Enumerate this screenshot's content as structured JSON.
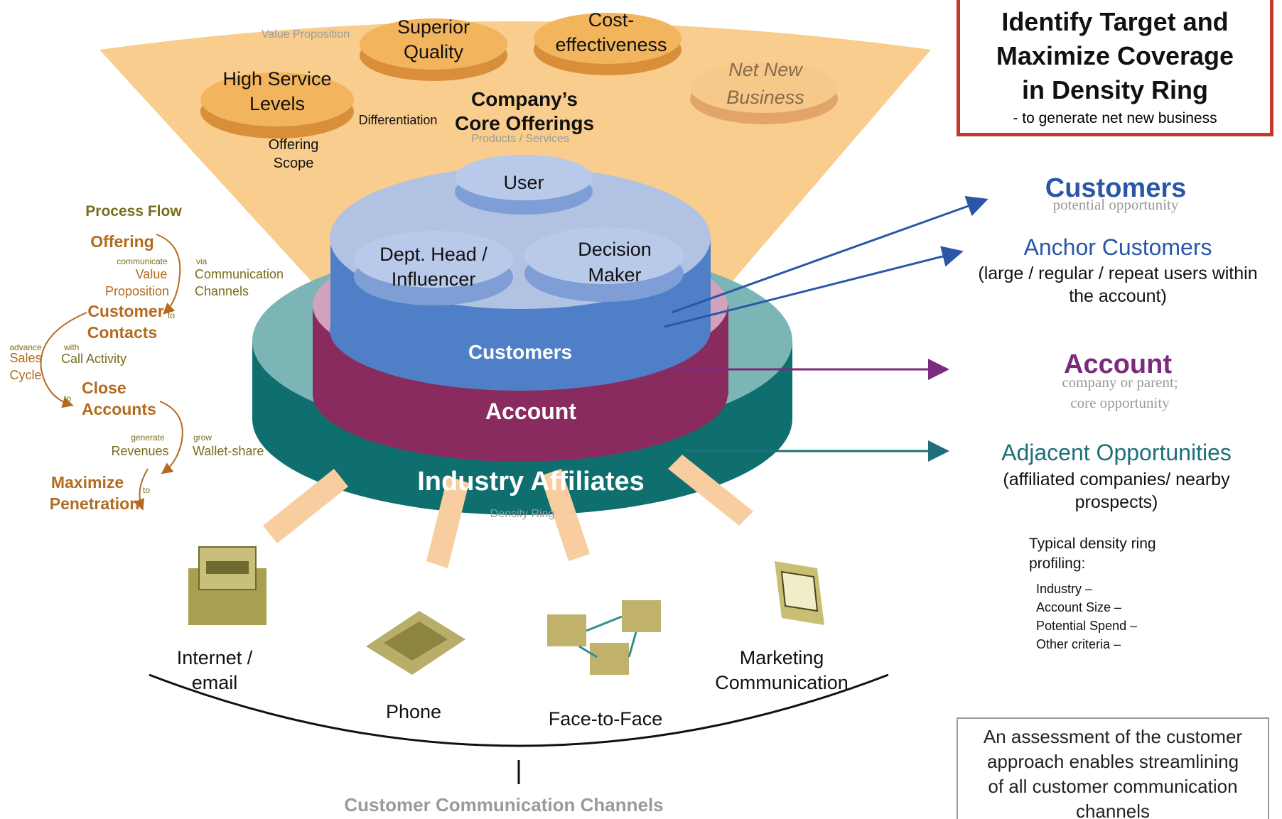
{
  "offerings": {
    "value_proposition": "Value Proposition",
    "superior_quality_l1": "Superior",
    "superior_quality_l2": "Quality",
    "cost_l1": "Cost-",
    "cost_l2": "effectiveness",
    "service_l1": "High Service",
    "service_l2": "Levels",
    "net_new_l1": "Net New",
    "net_new_l2": "Business",
    "differentiation": "Differentiation",
    "core_l1": "Company’s",
    "core_l2": "Core Offerings",
    "products_services": "Products / Services",
    "scope_l1": "Offering",
    "scope_l2": "Scope"
  },
  "rings": {
    "user": "User",
    "dept_head_l1": "Dept. Head /",
    "dept_head_l2": "Influencer",
    "decision_l1": "Decision",
    "decision_l2": "Maker",
    "customers": "Customers",
    "account": "Account",
    "industry": "Industry Affiliates",
    "density_ring": "Density Ring"
  },
  "process_flow": {
    "title": "Process Flow",
    "offering": "Offering",
    "communicate": "communicate",
    "value_l1": "Value",
    "value_l2": "Proposition",
    "via": "via",
    "channels_l1": "Communication",
    "channels_l2": "Channels",
    "to1": "to",
    "contacts_l1": "Customer",
    "contacts_l2": "Contacts",
    "advance": "advance",
    "sales_l1": "Sales",
    "sales_l2": "Cycle",
    "with": "with",
    "call_activity": "Call Activity",
    "to2": "to",
    "close_l1": "Close",
    "close_l2": "Accounts",
    "generate": "generate",
    "revenues": "Revenues",
    "grow": "grow",
    "wallet": "Wallet-share",
    "to3": "to",
    "maximize_l1": "Maximize",
    "maximize_l2": "Penetration"
  },
  "channels": {
    "internet_l1": "Internet /",
    "internet_l2": "email",
    "phone": "Phone",
    "face": "Face-to-Face",
    "marketing_l1": "Marketing",
    "marketing_l2": "Communication",
    "footer": "Customer Communication Channels"
  },
  "panel": {
    "title_l1": "Identify Target and",
    "title_l2": "Maximize Coverage",
    "title_l3": "in Density Ring",
    "subtitle": "- to generate net new business",
    "customers_title": "Customers",
    "customers_sub": "potential opportunity",
    "anchor_title": "Anchor Customers",
    "anchor_l1": "(large / regular / repeat users within",
    "anchor_l2": "the account)",
    "account_title": "Account",
    "account_sub1": "company or parent;",
    "account_sub2": "core opportunity",
    "adjacent_title": "Adjacent Opportunities",
    "adjacent_l1": "(affiliated companies/ nearby",
    "adjacent_l2": "prospects)",
    "profiling_l1": "Typical density ring",
    "profiling_l2": "profiling:",
    "items": [
      "Industry –",
      "Account Size –",
      "Potential Spend –",
      "Other criteria –"
    ],
    "note_l1": "An assessment of the customer",
    "note_l2": "approach enables streamlining",
    "note_l3": "of all customer communication",
    "note_l4": "channels"
  },
  "colors": {
    "fan": "#f8cd8e",
    "disc_top": "#f2b45c",
    "teal": "#0f706f",
    "maroon": "#8a2b60",
    "blue": "#4f7fc6",
    "blue_dark": "#2b5aa8",
    "purple": "#7b2a7c",
    "process": "#b36b1f",
    "olive": "#7a6d1c"
  }
}
